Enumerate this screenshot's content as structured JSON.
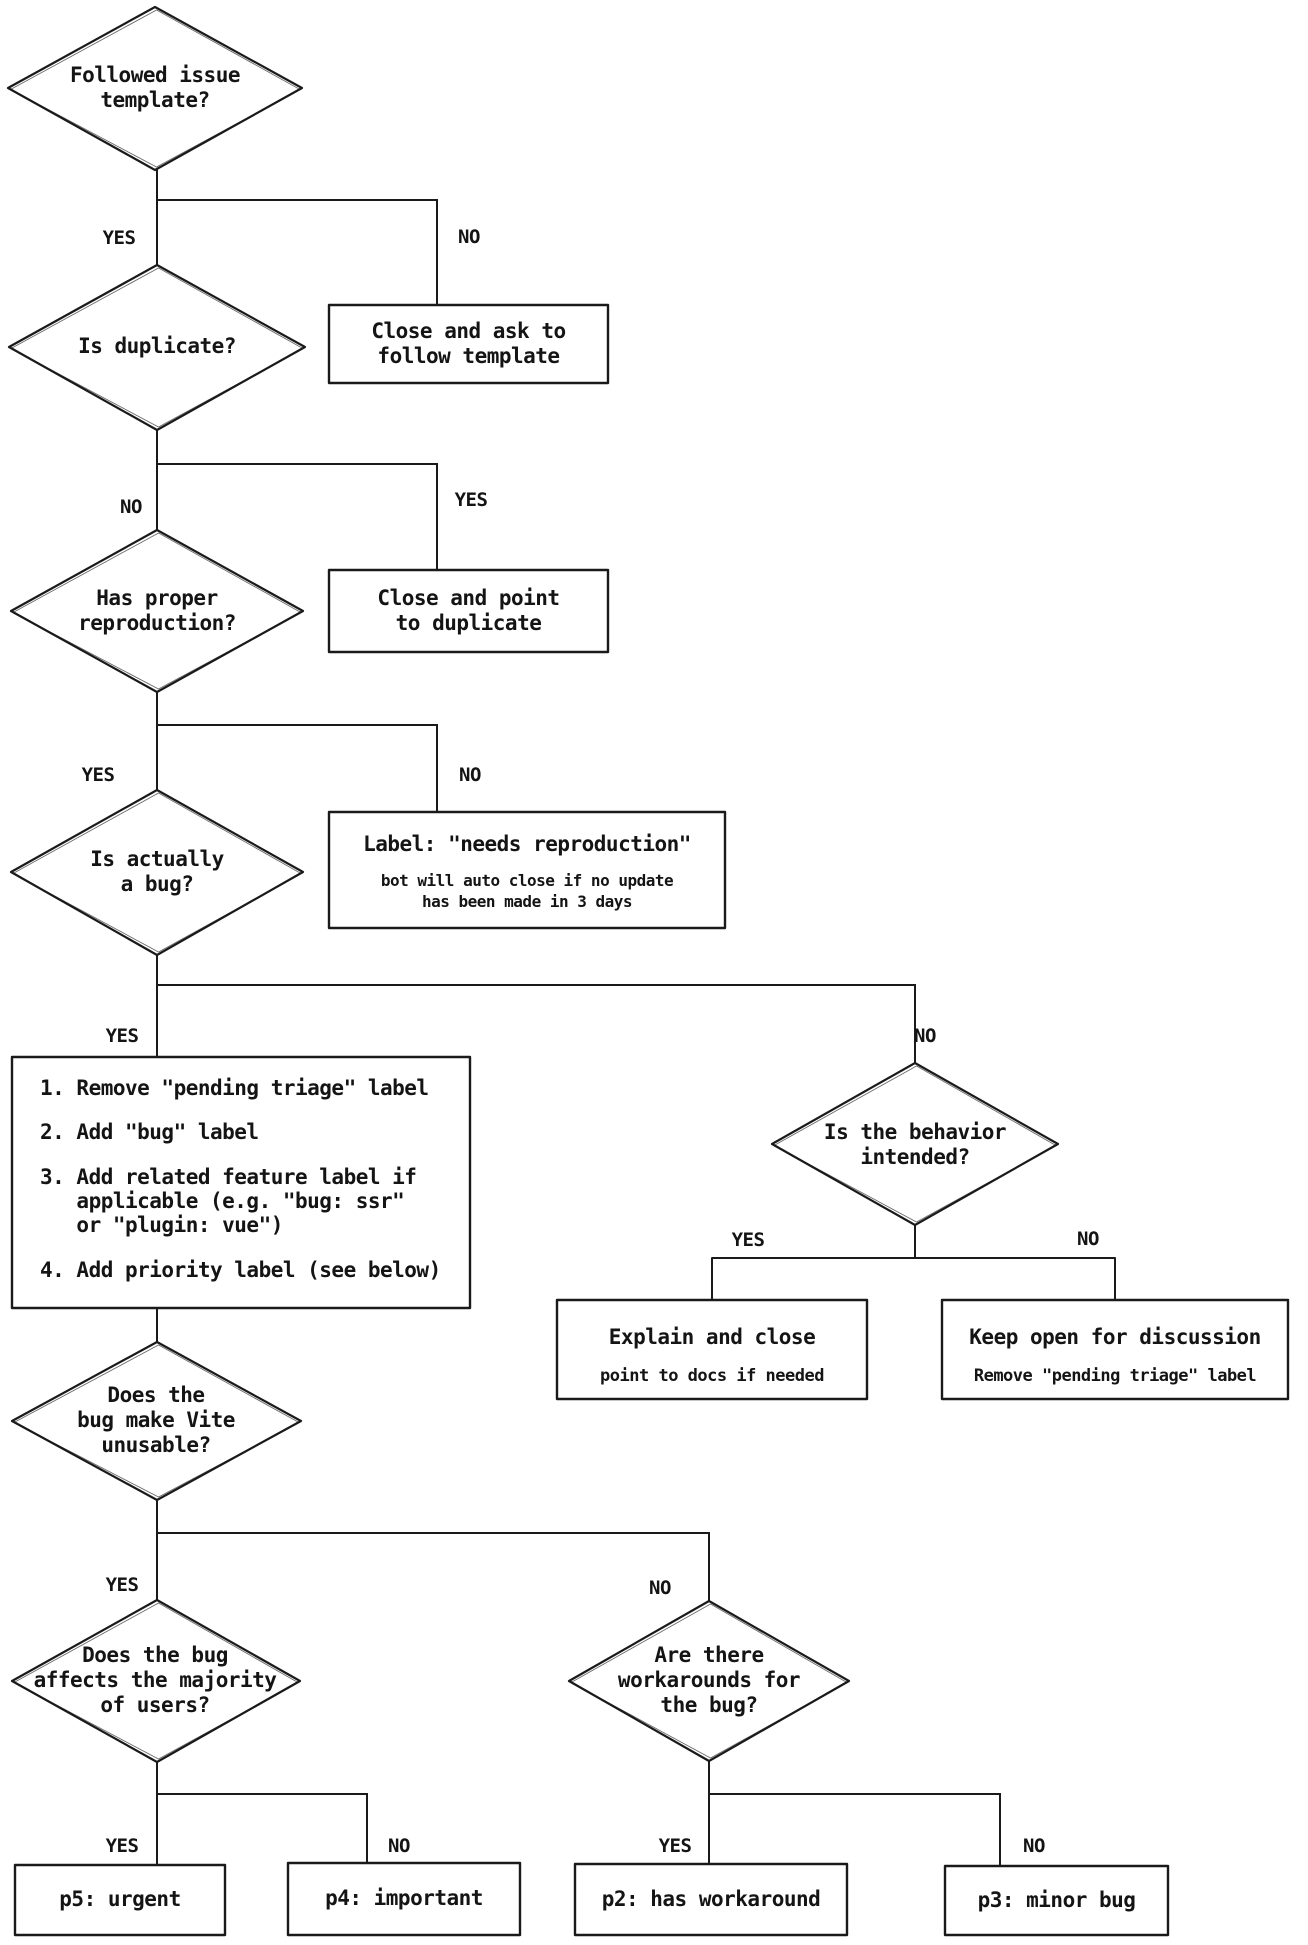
{
  "flow": {
    "labels": {
      "yes": "YES",
      "no": "NO"
    },
    "decisions": {
      "followed_template": "Followed issue\ntemplate?",
      "is_duplicate": "Is duplicate?",
      "has_reproduction": "Has proper\nreproduction?",
      "is_bug": "Is actually\na bug?",
      "behavior_intended": "Is the behavior\nintended?",
      "vite_unusable": "Does the\nbug make Vite\nunusable?",
      "majority_users": "Does the bug\naffects the majority\nof users?",
      "workarounds": "Are there\nworkarounds for\nthe bug?"
    },
    "actions": {
      "close_follow_template": "Close and ask to\nfollow template",
      "close_point_duplicate": "Close and point\nto duplicate",
      "needs_reproduction": {
        "title": "Label: \"needs reproduction\"",
        "note": "bot will auto close if no update\nhas been made in 3 days"
      },
      "triage_steps": {
        "items": [
          "1. Remove \"pending triage\" label",
          "2. Add \"bug\" label",
          "3. Add related feature label if\n   applicable (e.g. \"bug: ssr\"\n   or \"plugin: vue\")",
          "4. Add priority label (see below)"
        ]
      },
      "explain_close": {
        "title": "Explain and close",
        "note": "point to docs if needed"
      },
      "keep_open": {
        "title": "Keep open for discussion",
        "note": "Remove \"pending triage\" label"
      },
      "p5": "p5: urgent",
      "p4": "p4: important",
      "p2": "p2: has workaround",
      "p3": "p3: minor bug"
    }
  }
}
